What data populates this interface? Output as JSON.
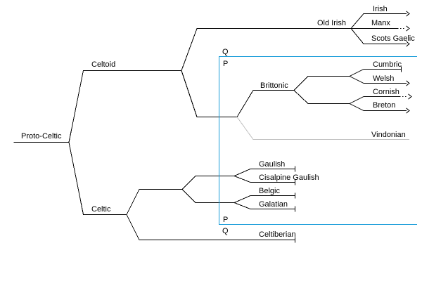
{
  "diagram": {
    "description": "Celtic language family tree with P/Q-Celtic overlay",
    "labels": {
      "proto_celtic": "Proto-Celtic",
      "celtoid": "Celtoid",
      "celtic": "Celtic",
      "old_irish": "Old Irish",
      "irish": "Irish",
      "manx": "Manx",
      "scots_gaelic": "Scots Gaelic",
      "brittonic": "Brittonic",
      "cumbric": "Cumbric",
      "welsh": "Welsh",
      "cornish": "Cornish",
      "breton": "Breton",
      "vindonian": "Vindonian",
      "gaulish": "Gaulish",
      "cisalpine_gaulish": "Cisalpine Gaulish",
      "belgic": "Belgic",
      "galatian": "Galatian",
      "celtiberian": "Celtiberian",
      "q": "Q",
      "p": "P"
    },
    "colors": {
      "line": "#000000",
      "text": "#000000",
      "hypothetical": "#c0c0c0",
      "overlay": "#189cd9",
      "background": "#ffffff"
    },
    "overlay": {
      "color": "#189cd9",
      "top_outside_label": "Q",
      "top_inside_label": "P",
      "bottom_inside_label": "P",
      "bottom_outside_label": "Q"
    },
    "tree": {
      "name": "Proto-Celtic",
      "children": [
        {
          "name": "Celtoid",
          "children": [
            {
              "name": "Old Irish",
              "children": [
                {
                  "name": "Irish",
                  "tip": "arrow"
                },
                {
                  "name": "Manx",
                  "tip": "dotted-arrow"
                },
                {
                  "name": "Scots Gaelic",
                  "tip": "arrow"
                }
              ]
            },
            {
              "name": "",
              "children": [
                {
                  "name": "Brittonic",
                  "children": [
                    {
                      "name": "",
                      "children": [
                        {
                          "name": "Cumbric",
                          "tip": "bar"
                        },
                        {
                          "name": "Welsh",
                          "tip": "arrow"
                        }
                      ]
                    },
                    {
                      "name": "",
                      "children": [
                        {
                          "name": "Cornish",
                          "tip": "dotted-arrow"
                        },
                        {
                          "name": "Breton",
                          "tip": "arrow"
                        }
                      ]
                    }
                  ]
                },
                {
                  "name": "Vindonian",
                  "tip": "none",
                  "style": "gray"
                }
              ]
            }
          ]
        },
        {
          "name": "Celtic",
          "children": [
            {
              "name": "",
              "children": [
                {
                  "name": "",
                  "children": [
                    {
                      "name": "Gaulish",
                      "tip": "bar"
                    },
                    {
                      "name": "Cisalpine Gaulish",
                      "tip": "bar"
                    }
                  ]
                },
                {
                  "name": "",
                  "children": [
                    {
                      "name": "Belgic",
                      "tip": "bar"
                    },
                    {
                      "name": "Galatian",
                      "tip": "bar"
                    }
                  ]
                }
              ]
            },
            {
              "name": "Celtiberian",
              "tip": "bar"
            }
          ]
        }
      ]
    }
  }
}
